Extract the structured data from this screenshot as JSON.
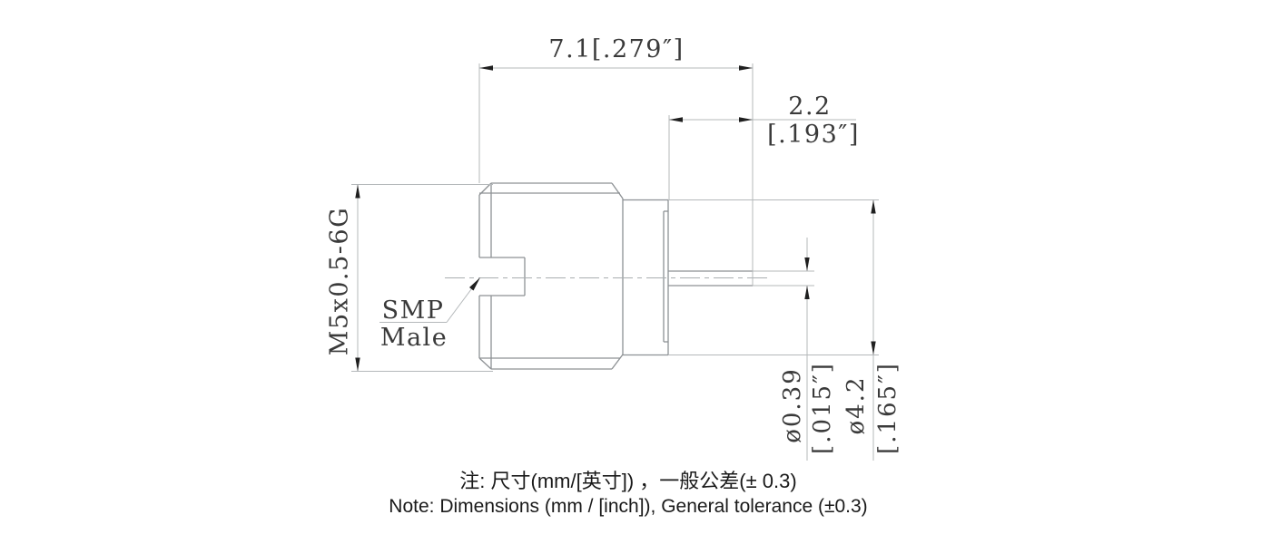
{
  "drawing": {
    "dimensions": {
      "total_length": "7.1[.279″]",
      "pin_length_mm": "2.2",
      "pin_length_inch": "[.193″]",
      "thread": "M5x0.5-6G",
      "pin_diameter_mm": "ø0.39",
      "pin_diameter_inch": "[.015″]",
      "body_diameter_mm": "ø4.2",
      "body_diameter_inch": "[.165″]"
    },
    "labels": {
      "interface_line1": "SMP",
      "interface_line2": "Male"
    },
    "notes": {
      "chinese": "注: 尺寸(mm/[英寸]) ，一般公差(± 0.3)",
      "english": "Note: Dimensions (mm / [inch]), General tolerance (±0.3)"
    },
    "colors": {
      "background": "#ffffff",
      "part_outline": "#8d9194",
      "dimension_line": "#b4b8ba",
      "text": "#3a3a3a",
      "arrowhead": "#1f1f1f",
      "note_text": "#1a1a1a"
    }
  }
}
